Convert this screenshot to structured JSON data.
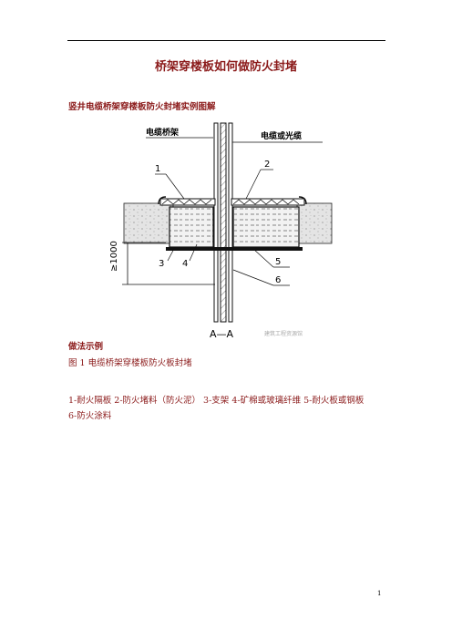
{
  "document": {
    "title": "桥架穿楼板如何做防火封堵",
    "section_heading": "竖井电缆桥架穿楼板防火封堵实例图解",
    "example_heading": "做法示例",
    "caption": "图 1  电缆桥架穿楼板防火板封堵",
    "legend_line1": "1-耐火隔板 2-防火堵料（防火泥） 3-支架 4-矿棉或玻璃纤维 5-耐火板或钢板",
    "legend_line2": "6-防火涂料",
    "page_number": "1"
  },
  "diagram": {
    "label_tray": "电缆桥架",
    "label_cable": "电缆或光缆",
    "callout_1": "1",
    "callout_2": "2",
    "callout_3": "3",
    "callout_4": "4",
    "callout_5": "5",
    "callout_6": "6",
    "dimension": "≥1000",
    "section_label": "A—A",
    "watermark": "建筑工程资源馆",
    "line_color": "#111111",
    "concrete_color": "#d8d8d8"
  }
}
